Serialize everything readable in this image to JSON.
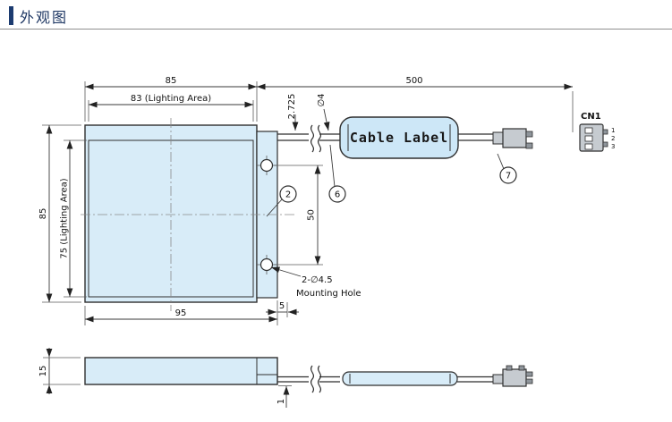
{
  "header": {
    "title": "外观图"
  },
  "colors": {
    "accent_bar": "#1c3b70",
    "panel_fill": "#d8ecf8",
    "label_fill": "#cde7f7",
    "connector_fill": "#c6cbd0",
    "connector_dark": "#8f959b",
    "line": "#2f2f2f"
  },
  "front_view": {
    "dim_top_width": "85",
    "dim_lighting_width": "83 (Lighting Area)",
    "dim_cable_length": "500",
    "dim_left_height": "85",
    "dim_lighting_height": "75 (Lighting Area)",
    "dim_hole_spacing": "50",
    "dim_cable_offset": "2.725",
    "dim_cable_diameter": "∅4",
    "dim_bottom_width": "95",
    "dim_flange_offset": "5",
    "mounting_hole_spec": "2-∅4.5",
    "mounting_hole_label": "Mounting Hole",
    "cable_label": "Cable Label",
    "callout_panel": "2",
    "callout_cable": "6",
    "callout_connector": "7"
  },
  "connector_detail": {
    "name": "CN1",
    "pins": [
      "1",
      "2",
      "3"
    ]
  },
  "side_view": {
    "dim_height": "15",
    "dim_cable_offset": "1"
  }
}
